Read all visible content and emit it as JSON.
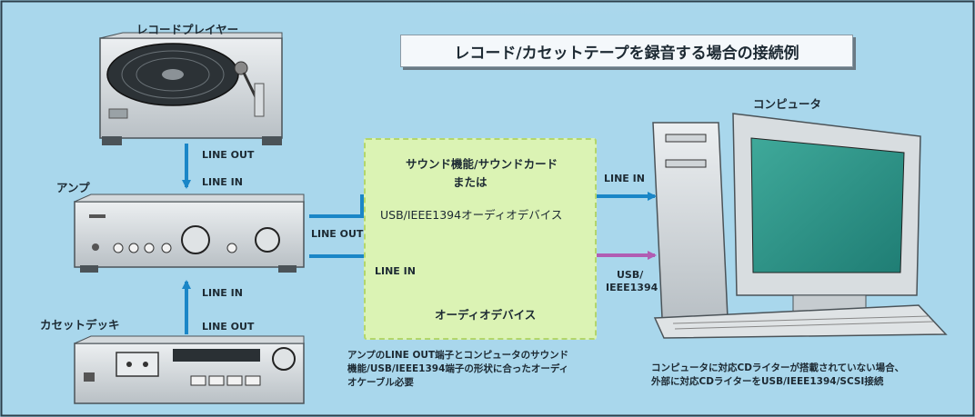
{
  "title": "レコード/カセットテープを録音する場合の接続例",
  "devices": {
    "record_player": "レコードプレイヤー",
    "amp": "アンプ",
    "cassette_deck": "カセットデッキ",
    "computer": "コンピュータ",
    "audio_device": "オーディオデバイス"
  },
  "ports": {
    "line_out_top": "LINE OUT",
    "line_in_top": "LINE IN",
    "line_in_bottom": "LINE IN",
    "line_out_bottom": "LINE OUT",
    "amp_line_out": "LINE OUT",
    "device_line_in": "LINE IN",
    "pc_line_in": "LINE IN",
    "pc_usb_line1": "USB/",
    "pc_usb_line2": "IEEE1394"
  },
  "sound_box": {
    "line1": "サウンド機能/サウンドカード",
    "line2": "または",
    "line3": "USB/IEEE1394オーディオデバイス"
  },
  "notes": {
    "left_line1": "アンプのLINE OUT端子とコンピュータのサウンド",
    "left_line2": "機能/USB/IEEE1394端子の形状に合ったオーディ",
    "left_line3": "オケーブル必要",
    "right_line1": "コンピュータに対応CDライターが搭載されていない場合、",
    "right_line2": "外部に対応CDライターをUSB/IEEE1394/SCSI接続"
  },
  "colors": {
    "background": "#a9d7ec",
    "blue_arrow": "#1a86c7",
    "purple_arrow": "#b15db3",
    "green_area": "#dbf3b4"
  }
}
